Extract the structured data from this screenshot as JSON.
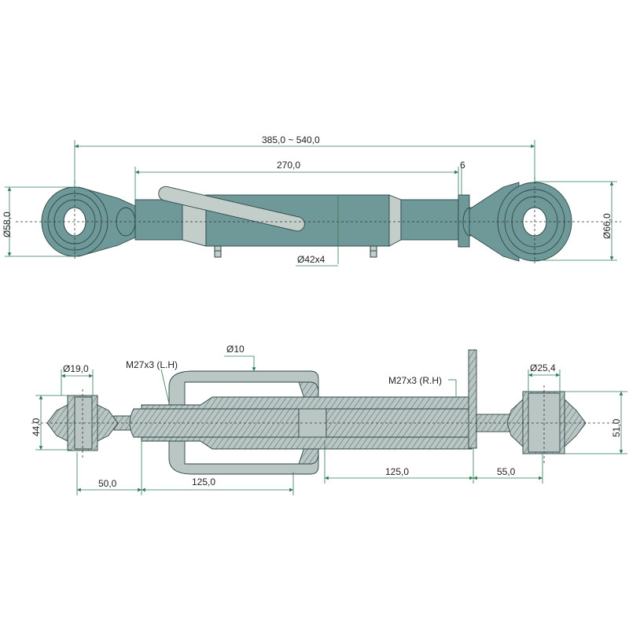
{
  "top_view": {
    "overall_length": "385,0 ~ 540,0",
    "tube_length": "270,0",
    "plate_thickness": "6",
    "left_eye_diameter": "Ø58,0",
    "right_eye_diameter": "Ø66,0",
    "tube_diameter": "Ø42x4"
  },
  "section_view": {
    "left_pin_diameter": "Ø19,0",
    "left_ball_width": "44,0",
    "left_thread": "M27x3 (L.H)",
    "handle_diameter": "Ø10",
    "right_thread": "M27x3 (R.H)",
    "right_pin_diameter": "Ø25,4",
    "right_ball_width": "51,0",
    "left_offset": "50,0",
    "left_thread_length": "125,0",
    "right_thread_length": "125,0",
    "right_offset": "55,0"
  },
  "colors": {
    "body": "#6f9999",
    "light": "#c3cdca",
    "dimension": "#2f7a55"
  }
}
